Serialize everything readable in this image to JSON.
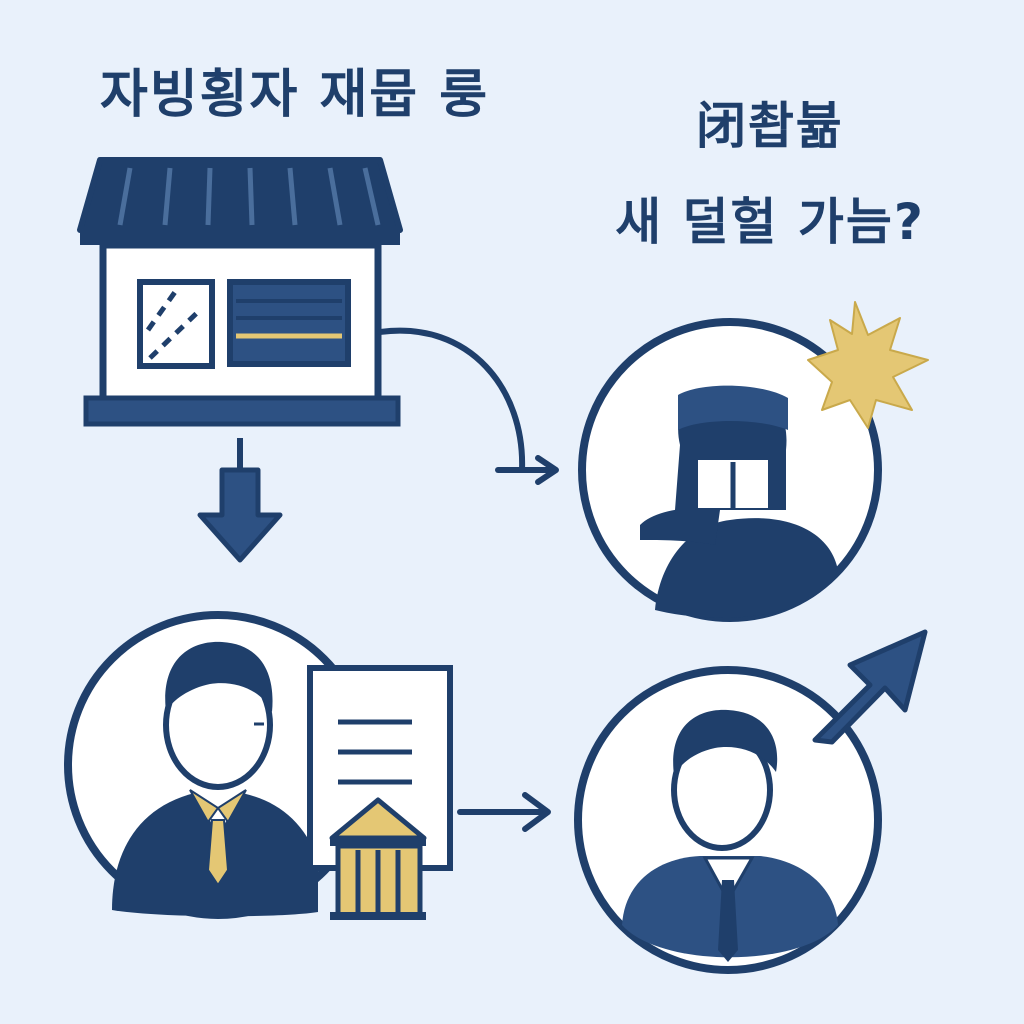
{
  "heading_left": "자빙횡자 재뭅 룽",
  "heading_right": {
    "line1": "闭촵뷺",
    "line2": "새 덜헐 가늠?"
  },
  "colors": {
    "background": "#e9f1fb",
    "navy": "#1f3f6b",
    "mid_blue": "#2d5183",
    "white": "#ffffff",
    "gold": "#e4c774"
  },
  "icons": [
    "storefront-icon",
    "down-arrow-icon",
    "curved-arrow-icon",
    "hooded-person-icon",
    "burst-icon",
    "businessman-icon",
    "document-icon",
    "bank-building-icon",
    "right-arrow-icon",
    "person-icon",
    "up-right-arrow-icon"
  ]
}
